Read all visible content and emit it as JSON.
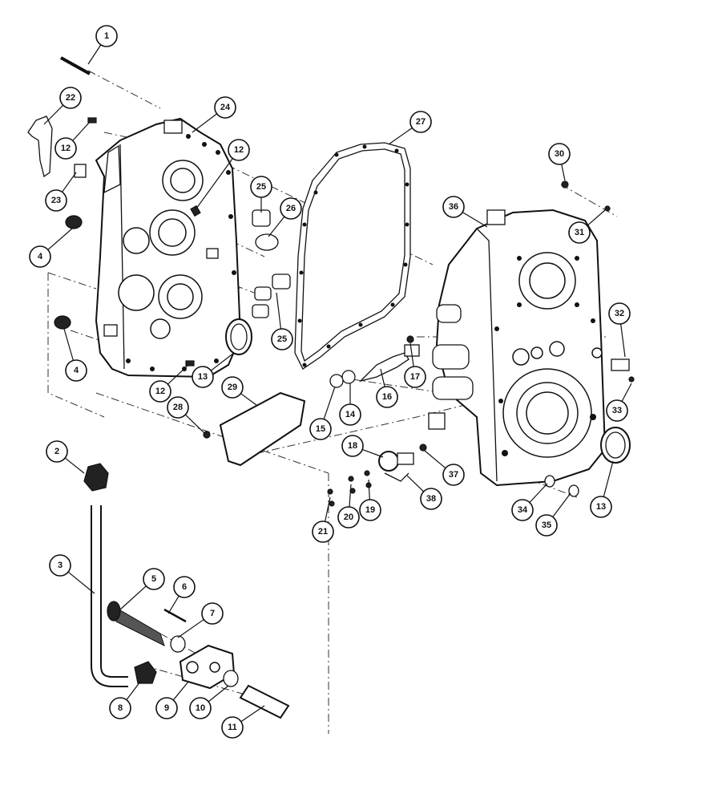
{
  "callouts": [
    "1",
    "2",
    "3",
    "4",
    "4",
    "5",
    "6",
    "7",
    "8",
    "9",
    "10",
    "11",
    "12",
    "12",
    "12",
    "13",
    "13",
    "14",
    "15",
    "16",
    "17",
    "18",
    "19",
    "20",
    "21",
    "22",
    "23",
    "24",
    "25",
    "25",
    "26",
    "27",
    "28",
    "29",
    "30",
    "31",
    "32",
    "33",
    "34",
    "35",
    "36",
    "37",
    "38"
  ]
}
